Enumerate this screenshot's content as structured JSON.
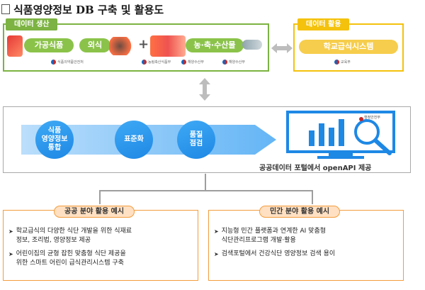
{
  "title": "식품영양정보 DB 구축 및 활용도",
  "data_production": {
    "label": "데이터 생산",
    "pills": [
      "가공식품",
      "외식",
      "농·축·수산물"
    ],
    "plus": "+",
    "orgs": [
      "식품의약품안전처",
      "농림축산식품부",
      "해양수산부",
      "해양수산부"
    ]
  },
  "data_use": {
    "label": "데이터 활용",
    "pill": "학교급식시스템",
    "org": "교육부"
  },
  "process": {
    "steps": [
      "식품\n영양정보\n통합",
      "표준화",
      "품질\n점검"
    ],
    "agency": "행정안전부",
    "caption": "공공데이터 포털에서 openAPI 제공"
  },
  "public_use": {
    "label": "공공 분야 활용 예시",
    "items": [
      [
        "학교급식의 다양한 식단 개발을 위한 식재료",
        "정보, 조리법, 영양정보 제공"
      ],
      [
        "어린이집의 균형 잡힌 맞춤형 식단 제공을",
        "위한 스마트 어린이 급식관리시스템 구축"
      ]
    ]
  },
  "private_use": {
    "label": "민간 분야 활용 예시",
    "items": [
      [
        "지능형 민간 플랫폼과 연계한 AI 맞춤형",
        "식단관리프로그램 개발·활용"
      ],
      [
        "검색포털에서 건강식단 영양정보 검색 용이"
      ]
    ]
  },
  "colors": {
    "green": "#7cb342",
    "yellow": "#f4c20d",
    "blue": "#1e88e5",
    "orange": "#f39c3c"
  }
}
